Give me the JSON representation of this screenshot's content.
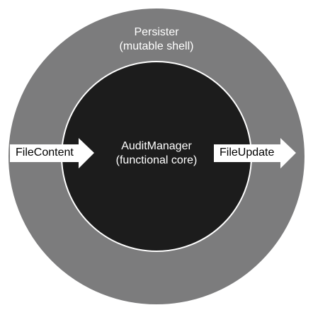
{
  "diagram": {
    "outer": {
      "title": "Persister",
      "subtitle": "(mutable shell)",
      "fill": "#7c7c7d"
    },
    "inner": {
      "title": "AuditManager",
      "subtitle": "(functional core)",
      "fill": "#1c1c1c"
    },
    "input_arrow": {
      "label": "FileContent"
    },
    "output_arrow": {
      "label": "FileUpdate"
    },
    "arrow_fill": "#ffffff",
    "ring_stroke": "#ffffff"
  }
}
